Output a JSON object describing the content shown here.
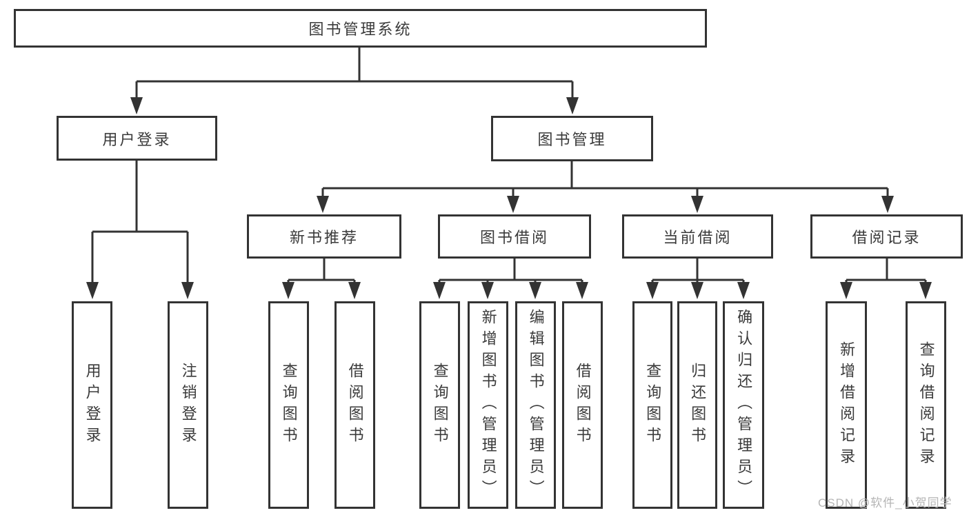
{
  "diagram": {
    "root": "图书管理系统",
    "user_login": {
      "label": "用户登录",
      "children": [
        {
          "label": "用户登录"
        },
        {
          "label": "注销登录"
        }
      ]
    },
    "book_mgmt": {
      "label": "图书管理",
      "children": [
        {
          "label": "新书推荐",
          "children": [
            {
              "label": "查询图书"
            },
            {
              "label": "借阅图书"
            }
          ]
        },
        {
          "label": "图书借阅",
          "children": [
            {
              "label": "查询图书"
            },
            {
              "label": "新增图书（管理员）"
            },
            {
              "label": "编辑图书（管理员）"
            },
            {
              "label": "借阅图书"
            }
          ]
        },
        {
          "label": "当前借阅",
          "children": [
            {
              "label": "查询图书"
            },
            {
              "label": "归还图书"
            },
            {
              "label": "确认归还（管理员）"
            }
          ]
        },
        {
          "label": "借阅记录",
          "children": [
            {
              "label": "新增借阅记录"
            },
            {
              "label": "查询借阅记录"
            }
          ]
        }
      ]
    }
  },
  "watermark": {
    "text": "CSDN @软件_小贺同学"
  },
  "colors": {
    "line": "#333333",
    "text": "#3a3a3a",
    "watermark": "#b5b5b5",
    "background": "#ffffff"
  }
}
